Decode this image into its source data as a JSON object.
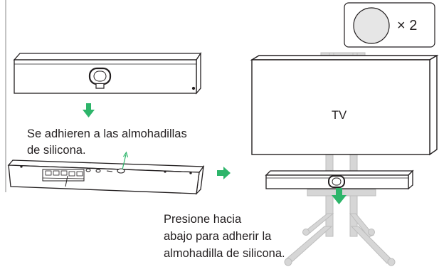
{
  "pad_count_box": {
    "multiplier": "× 2"
  },
  "step_text": {
    "adhere_line1": "Se adhieren a las almohadillas",
    "adhere_line2": "de silicona."
  },
  "tv": {
    "label": "TV"
  },
  "press_text": {
    "line1": "Presione hacia",
    "line2": "abajo para adherir la",
    "line3": "almohadilla de silicona."
  },
  "colors": {
    "arrow_green": "#2db56a",
    "outline": "#231f20",
    "stand_gray": "#d6d6d6",
    "pad_fill": "#e6e6e6"
  }
}
